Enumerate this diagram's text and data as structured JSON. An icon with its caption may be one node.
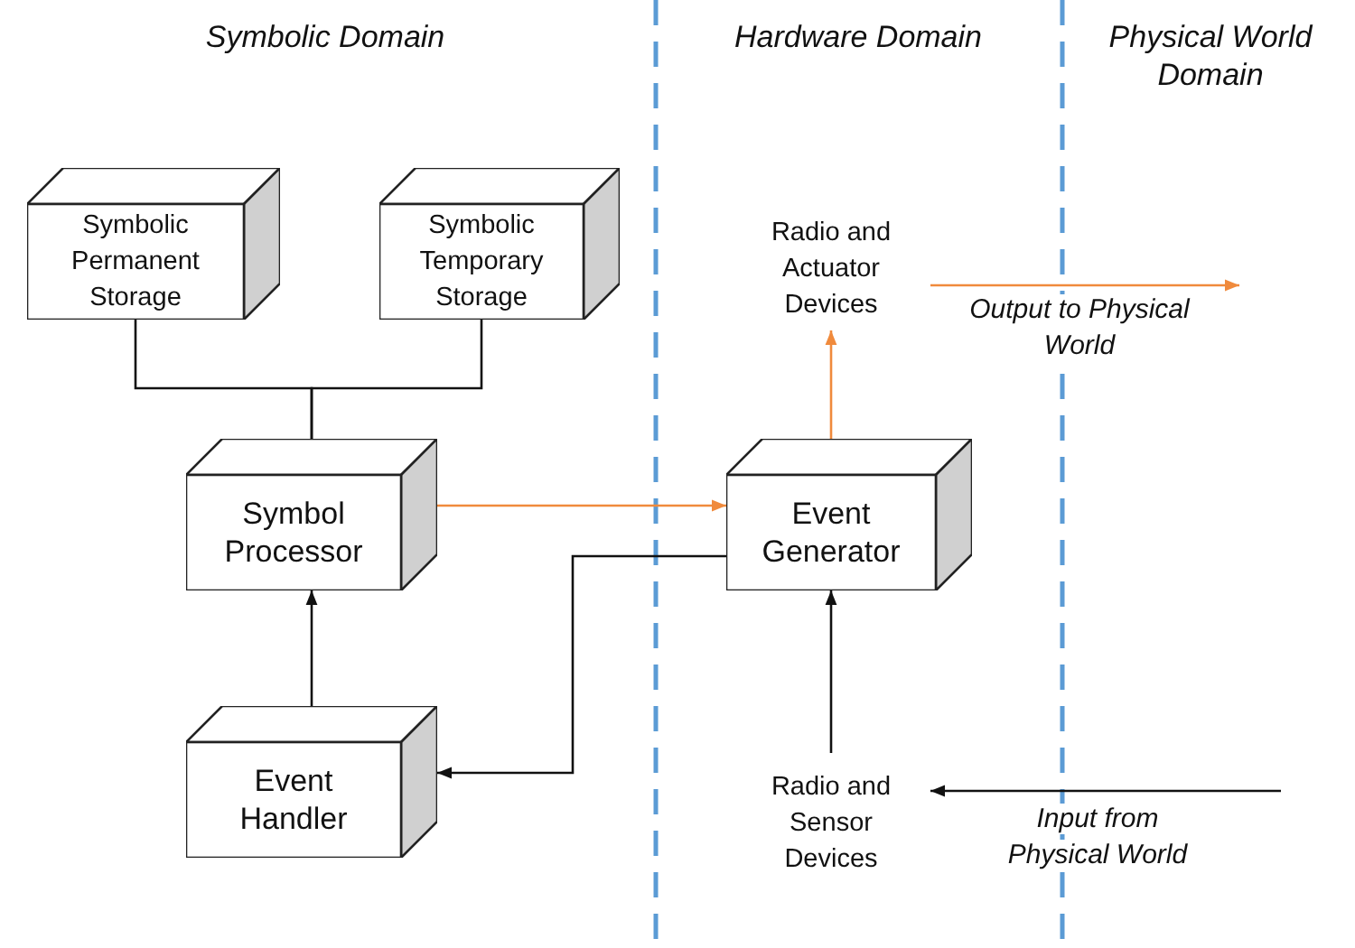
{
  "diagram": {
    "nodes": [
      {
        "text": [
          "Symbolic Permanent Storage"
        ]
      },
      {
        "text": [
          "Symbolic Temporary Storage"
        ]
      },
      {
        "text": [
          "Symbol Processor"
        ]
      },
      {
        "text": [
          "Event Generator"
        ]
      },
      {
        "text": [
          "Event Handler"
        ]
      },
      {
        "text": [
          "Radio and Actuator Devices"
        ]
      },
      {
        "text": [
          "Radio and Sensor Devices"
        ]
      }
    ],
    "edges": [
      {
        "from": 0,
        "to": 2,
        "arrow": "none"
      },
      {
        "from": 1,
        "to": 2,
        "arrow": "none"
      },
      {
        "from": 2,
        "to": 3,
        "arrow": "to",
        "color": "#f08a3c"
      },
      {
        "from": 3,
        "to": 5,
        "arrow": "to",
        "color": "#f08a3c"
      },
      {
        "from": 5,
        "to": null,
        "arrow": "to",
        "color": "#f08a3c",
        "label": "Output to Physical World"
      },
      {
        "from": 6,
        "to": 3,
        "arrow": "to"
      },
      {
        "from": null,
        "to": 6,
        "arrow": "to",
        "label": "Input from Physical World"
      },
      {
        "from": 3,
        "to": 4,
        "arrow": "to"
      },
      {
        "from": 4,
        "to": 2,
        "arrow": "to"
      }
    ],
    "labels": [
      "Symbolic Domain",
      "Hardware Domain",
      "Physical World Domain"
    ]
  }
}
